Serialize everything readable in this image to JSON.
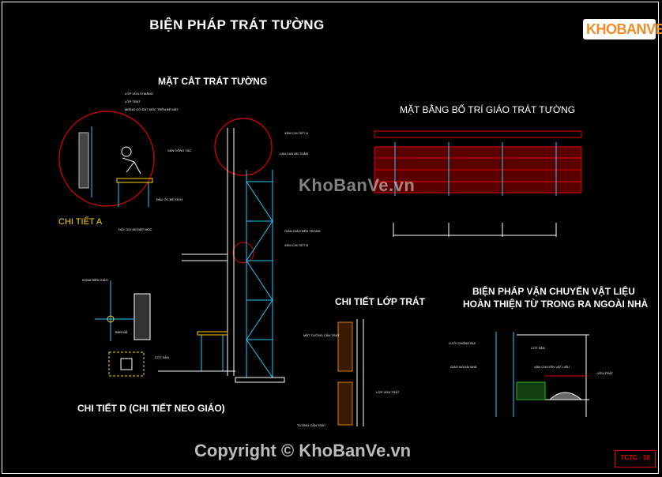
{
  "title": "BIỆN PHÁP TRÁT TƯỜNG",
  "sections": {
    "section_title": "MẶT CẮT TRÁT TƯỜNG",
    "plan_title": "MẶT BẰNG BỐ TRÍ GIÁO TRÁT TƯỜNG",
    "detail_a": "CHI TIẾT A",
    "detail_d": "CHI TIẾT D (CHI TIẾT NEO GIÁO)",
    "plaster_detail": "CHI TIẾT LỚP TRÁT",
    "transport_title_1": "BIỆN PHÁP VẬN CHUYỂN  VẬT LIỆU",
    "transport_title_2": "HOÀN THIỆN TỪ TRONG RA NGOÀI NHÀ"
  },
  "watermark": {
    "brand": "KhoBanVe.vn",
    "copyright": "Copyright © KhoBanVe.vn",
    "logo_text": "KHOBANVE"
  },
  "stamp": "TCTC - 18",
  "notes": {
    "a1": "LỚP VỮA XI MĂNG",
    "a2": "LỚP TRÁT",
    "a3": "MIẾNG GỖ ĐẶT MỐC TRÊN BỀ MẶT",
    "a4": "SÀN CÔNG TÁC",
    "a5": "ĐẦU ỐC ĐỂ KÍCH",
    "a6": "DÂY DỌI ĐỂ ĐẶT MỐC",
    "s1": "XEM CHI TIẾT A",
    "s2": "LAN CAN AN TOÀN",
    "s3": "GIÀN GIÁO BÊN TRONG",
    "s4": "XEM CHI TIẾT B",
    "d1": "KHOA BIÊN GIÁO",
    "d2": "BẢN MÃ",
    "d3": "CỐT SÀN",
    "p1": "MẶT TƯỜNG CẦN TRÁT",
    "p2": "LỚP VỮA TRÁT",
    "p3": "TƯỜNG CẦN TRÁT",
    "t1": "LƯỚI CHỐNG BỤI",
    "t2": "GIÁO NGOÀI NHÀ",
    "t3": "VẬN CHUYỂN VẬT LIỆU",
    "t4": "CỐT SÀN",
    "t5": "VỮA TRÁT"
  },
  "colors": {
    "line_red": "#e00000",
    "line_white": "#ffffff",
    "line_cyan": "#28c8ff",
    "line_yellow": "#ffd400"
  }
}
